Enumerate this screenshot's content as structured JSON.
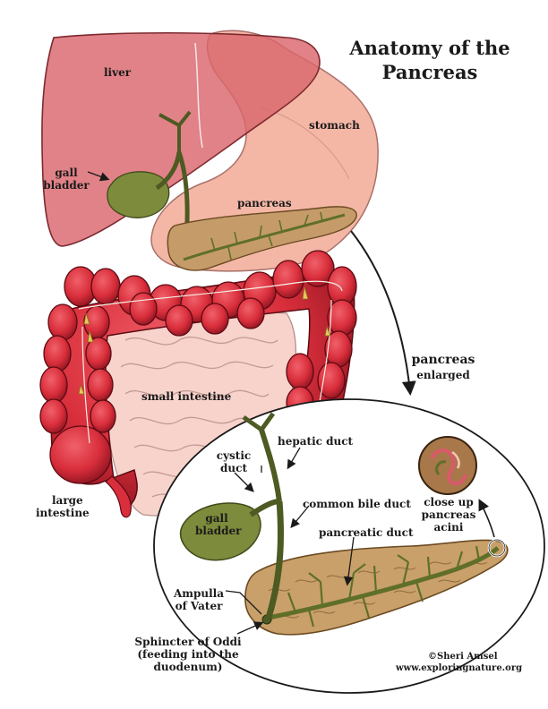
{
  "title": {
    "line1": "Anatomy of the",
    "line2": "Pancreas"
  },
  "labels": {
    "liver": "liver",
    "stomach": "stomach",
    "gall_bladder_top_1": "gall",
    "gall_bladder_top_2": "bladder",
    "pancreas": "pancreas",
    "small_intestine": "small intestine",
    "large_intestine_1": "large",
    "large_intestine_2": "intestine",
    "pancreas_enlarged_1": "pancreas",
    "pancreas_enlarged_2": "enlarged",
    "hepatic_duct": "hepatic duct",
    "cystic_duct_1": "cystic",
    "cystic_duct_2": "duct",
    "common_bile_duct": "common bile duct",
    "gall_bladder_inset_1": "gall",
    "gall_bladder_inset_2": "bladder",
    "pancreatic_duct": "pancreatic duct",
    "close_up_1": "close up",
    "close_up_2": "pancreas",
    "close_up_3": "acini",
    "ampulla_1": "Ampulla",
    "ampulla_2": "of Vater",
    "sphincter_1": "Sphincter of Oddi",
    "sphincter_2": "(feeding into the",
    "sphincter_3": "duodenum)"
  },
  "credits": {
    "author": "©Sheri Amsel",
    "website": "www.exploringnature.org"
  }
}
